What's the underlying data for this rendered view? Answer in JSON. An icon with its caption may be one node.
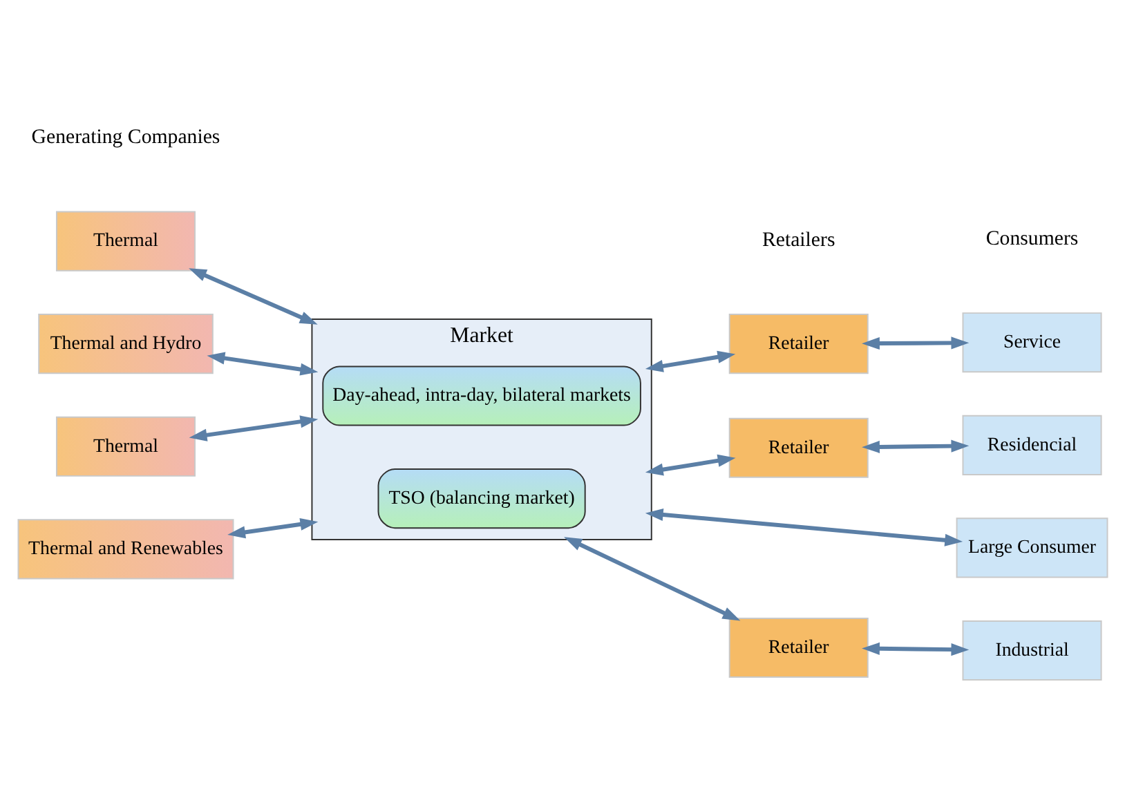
{
  "diagram": {
    "nodes": [
      {
        "text": [
          "Market"
        ]
      },
      {
        "text": [
          "Day-ahead, intra-day, bilateral markets"
        ],
        "in": 0
      },
      {
        "text": [
          "TSO (balancing market)"
        ],
        "in": 0
      },
      {
        "text": [
          "Thermal"
        ]
      },
      {
        "text": [
          "Thermal and Hydro"
        ]
      },
      {
        "text": [
          "Thermal and Renewables"
        ]
      },
      {
        "text": [
          "Thermal"
        ]
      },
      {
        "text": [
          "Retailer"
        ]
      },
      {
        "text": [
          "Retailer"
        ]
      },
      {
        "text": [
          "Retailer"
        ]
      },
      {
        "text": [
          "Large Consumer"
        ]
      },
      {
        "text": [
          "Industrial"
        ]
      },
      {
        "text": [
          "Service"
        ]
      },
      {
        "text": [
          "Residencial"
        ]
      }
    ],
    "edges": [
      {
        "from": 3,
        "to": 0,
        "arrow": "both"
      },
      {
        "from": 0,
        "to": 10,
        "arrow": "both"
      },
      {
        "from": 4,
        "to": 0,
        "arrow": "both"
      },
      {
        "from": 0,
        "to": 7,
        "arrow": "both"
      },
      {
        "from": 7,
        "to": 11,
        "arrow": "both"
      },
      {
        "from": 5,
        "to": 0,
        "arrow": "both"
      },
      {
        "from": 0,
        "to": 8,
        "arrow": "both"
      },
      {
        "from": 8,
        "to": 12,
        "arrow": "both"
      },
      {
        "from": 6,
        "to": 0,
        "arrow": "both"
      },
      {
        "from": 0,
        "to": 9,
        "arrow": "both"
      },
      {
        "from": 9,
        "to": 13,
        "arrow": "both"
      }
    ],
    "labels": [
      "Generating Companies",
      "Retailers",
      "Consumers"
    ]
  }
}
